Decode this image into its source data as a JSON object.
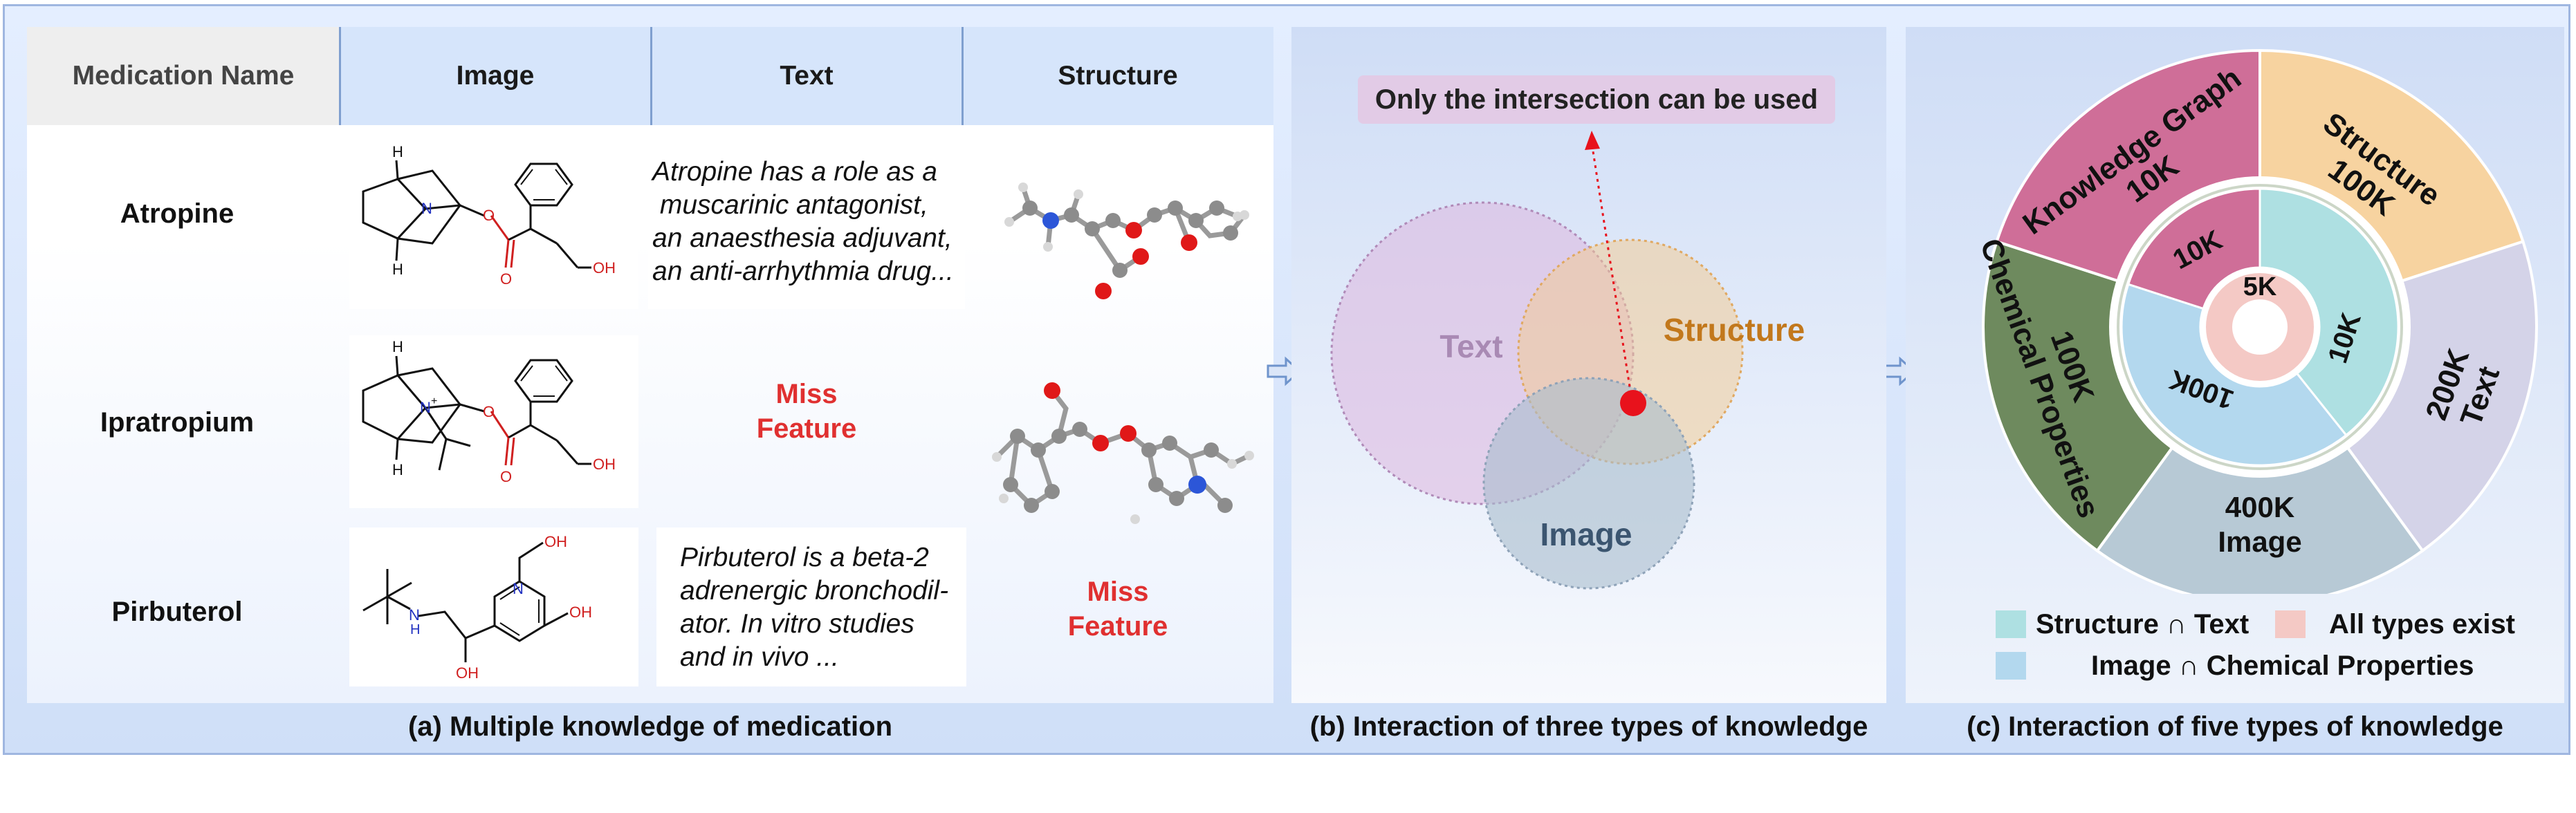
{
  "panel_a": {
    "headers": [
      "Medication Name",
      "Image",
      "Text",
      "Structure"
    ],
    "rows": [
      {
        "name": "Atropine",
        "text": [
          "Atropine has a role as a",
          " muscarinic antagonist,",
          "an anaesthesia adjuvant,",
          "an anti-arrhythmia drug..."
        ],
        "mol_labels": {
          "h_top": "H",
          "n": "N",
          "h_bottom": "H",
          "o1": "O",
          "o2": "O",
          "oh": "OH"
        }
      },
      {
        "name": "Ipratropium",
        "missing": [
          "Miss",
          "Feature"
        ],
        "mol_labels": {
          "h_top": "H",
          "n": "N",
          "plus": "+",
          "h_bottom": "H",
          "o1": "O",
          "o2": "O",
          "oh": "OH"
        }
      },
      {
        "name": "Pirbuterol",
        "text": [
          "Pirbuterol is a beta-2",
          "adrenergic bronchodil-",
          "ator. In vitro studies",
          "and in vivo ..."
        ],
        "missing": [
          "Miss",
          "Feature"
        ],
        "mol_labels": {
          "nh": "N",
          "h": "H",
          "oh1": "OH",
          "oh2": "OH",
          "oh3": "OH",
          "n": "N"
        }
      }
    ],
    "caption": "(a) Multiple knowledge of medication"
  },
  "panel_b": {
    "banner": "Only the intersection can be used",
    "sets": [
      "Text",
      "Structure",
      "Image"
    ],
    "colors": {
      "text": "#dcb6df",
      "structure": "#f3c98e",
      "image": "#a9bccd",
      "dot": "#e8121c"
    },
    "caption": "(b) Interaction of three types of knowledge"
  },
  "panel_c": {
    "outer": [
      {
        "label": [
          "Structure",
          "100K"
        ],
        "color": "#f7d3a0"
      },
      {
        "label": [
          "200K",
          "Text"
        ],
        "color": "#d4d3e8"
      },
      {
        "label": [
          "400K",
          "Image"
        ],
        "color": "#b7c9d5"
      },
      {
        "label": [
          "100K",
          "Chemical Properties"
        ],
        "color": "#6e8a5e"
      },
      {
        "label": [
          "Knowledge Graph",
          "10K"
        ],
        "color": "#cf6e98"
      }
    ],
    "middle": [
      {
        "label": "10K",
        "color": "#aee0e2"
      },
      {
        "label": "100K",
        "color": "#b3d8ee"
      },
      {
        "label": "10K",
        "color": "#cf6e98"
      }
    ],
    "inner": {
      "label": "5K",
      "color": "#f4c9c5"
    },
    "legend": [
      {
        "label": "Structure ∩ Text",
        "color": "#aee0e2"
      },
      {
        "label": "All types exist",
        "color": "#f4c9c5"
      },
      {
        "label": "Image ∩ Chemical Properties",
        "color": "#b3d8ee"
      }
    ],
    "caption": "(c) Interaction of five types of knowledge"
  }
}
